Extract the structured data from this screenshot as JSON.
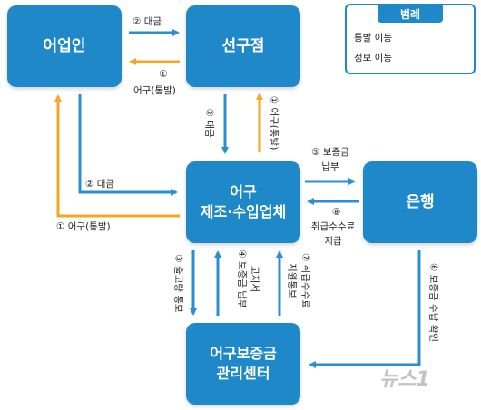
{
  "nodes": {
    "fisher": "어업인",
    "shipowner": "선구점",
    "maker_line1": "어구",
    "maker_line2": "제조·수입업체",
    "bank": "은행",
    "center_line1": "어구보증금",
    "center_line2": "관리센터"
  },
  "legend": {
    "title": "범례",
    "goods": "통발 이동",
    "info": "정보 이동"
  },
  "colors": {
    "node": "#1e88c8",
    "goods_arrow": "#f5a623",
    "info_arrow": "#2a8fd0"
  },
  "labels": {
    "fisher_to_ship": "② 대금",
    "ship_to_fisher_num": "①",
    "ship_to_fisher": "어구(통발)",
    "ship_to_maker": "② 대금",
    "maker_to_ship": "① 어구(통발)",
    "fisher_to_maker": "② 대금",
    "maker_to_fisher": "① 어구(통발)",
    "maker_to_bank_line1": "⑤ 보증금",
    "maker_to_bank_line2": "납부",
    "bank_to_maker_line1": "⑧",
    "bank_to_maker_line2": "취급수수료",
    "bank_to_maker_line3": "지급",
    "maker_to_center": "③ 출고량 통보",
    "center_to_maker_line1": "④ 보증금 납부",
    "center_to_maker_line2": "고지서",
    "center_to_maker2_line1": "⑦ 취급수수료",
    "center_to_maker2_line2": "지원통보",
    "bank_to_center": "⑥ 보증금 수납 확인"
  },
  "watermark": "뉴스1"
}
